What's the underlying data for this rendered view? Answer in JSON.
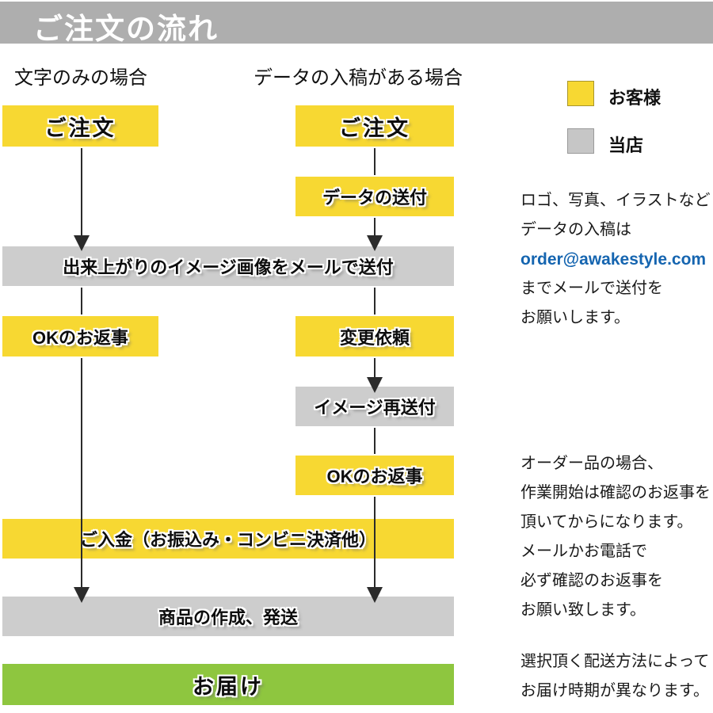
{
  "header": {
    "title": "ご注文の流れ"
  },
  "columns": {
    "text_only": "文字のみの場合",
    "with_data": "データの入稿がある場合"
  },
  "steps": {
    "order_left": "ご注文",
    "order_right": "ご注文",
    "data_send": "データの送付",
    "image_mail": "出来上がりのイメージ画像をメールで送付",
    "ok_reply_left": "OKのお返事",
    "change_request": "変更依頼",
    "image_resend": "イメージ再送付",
    "ok_reply_right": "OKのお返事",
    "payment": "ご入金（お振込み・コンビニ決済他）",
    "production": "商品の作成、発送",
    "delivery": "お届け"
  },
  "legend": {
    "customer": {
      "label": "お客様",
      "color": "#f7d832"
    },
    "shop": {
      "label": "当店",
      "color": "#c6c6c6"
    }
  },
  "notes": {
    "data_note": {
      "lines_before": [
        "ロゴ、写真、イラストなど",
        "データの入稿は"
      ],
      "email": "order@awakestyle.com",
      "lines_after": [
        "までメールで送付を",
        "お願いします。"
      ]
    },
    "order_note": {
      "lines": [
        "オーダー品の場合、",
        "作業開始は確認のお返事を",
        "頂いてからになります。",
        "メールかお電話で",
        "必ず確認のお返事を",
        "お願い致します。"
      ]
    },
    "delivery_note": {
      "lines": [
        "選択頂く配送方法によって",
        "お届け時期が異なります。"
      ]
    }
  },
  "colors": {
    "step_yellow": "#f7d832",
    "step_gray": "#cdcdcd",
    "header_gray": "#aeaeae",
    "delivery_green": "#8ec63f",
    "email_blue": "#1565b0",
    "arrow": "#2b2b2b"
  }
}
